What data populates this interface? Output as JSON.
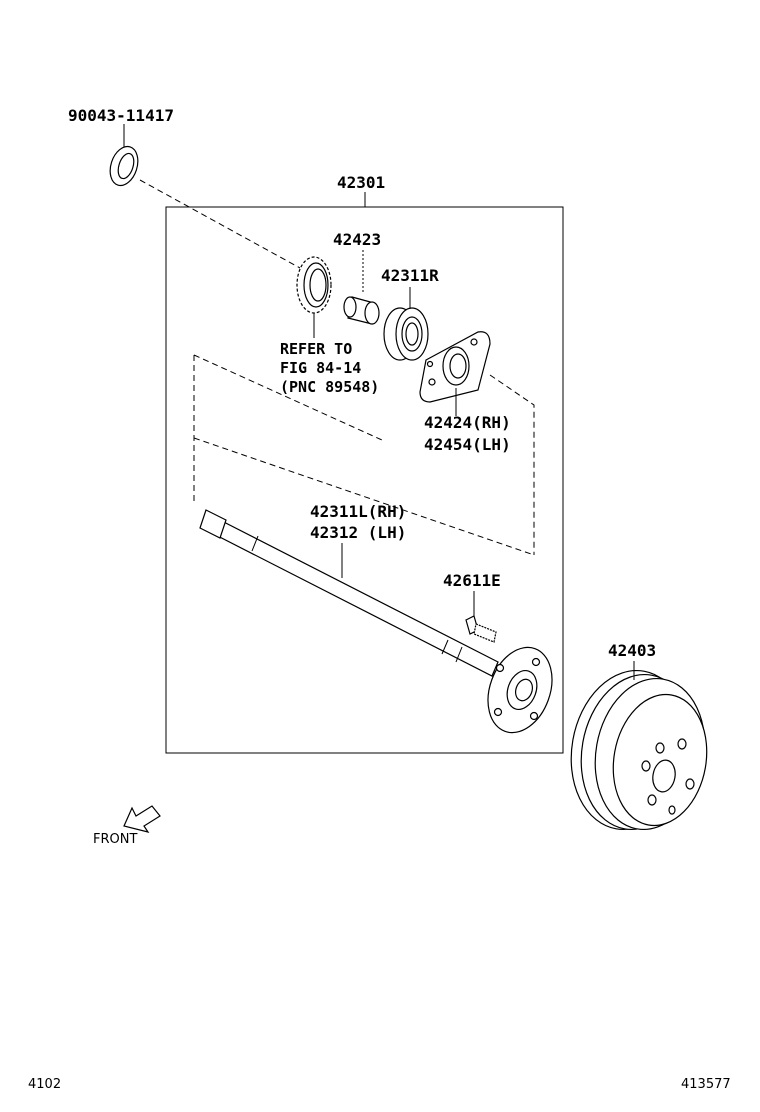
{
  "labels": {
    "oil_seal": "90043-11417",
    "axle_assembly": "42301",
    "sensor_rotor": "42423",
    "bearing": "42311R",
    "refer_line1": "REFER TO",
    "refer_line2": "FIG 84-14",
    "refer_line3": "(PNC 89548)",
    "retainer_rh": "42424(RH)",
    "retainer_lh": "42454(LH)",
    "shaft_rh": "42311L(RH)",
    "shaft_lh": "42312 (LH)",
    "hub_bolt": "42611E",
    "brake_drum": "42403",
    "front": "FRONT"
  },
  "footer": {
    "left_code": "4102",
    "right_code": "413577"
  }
}
